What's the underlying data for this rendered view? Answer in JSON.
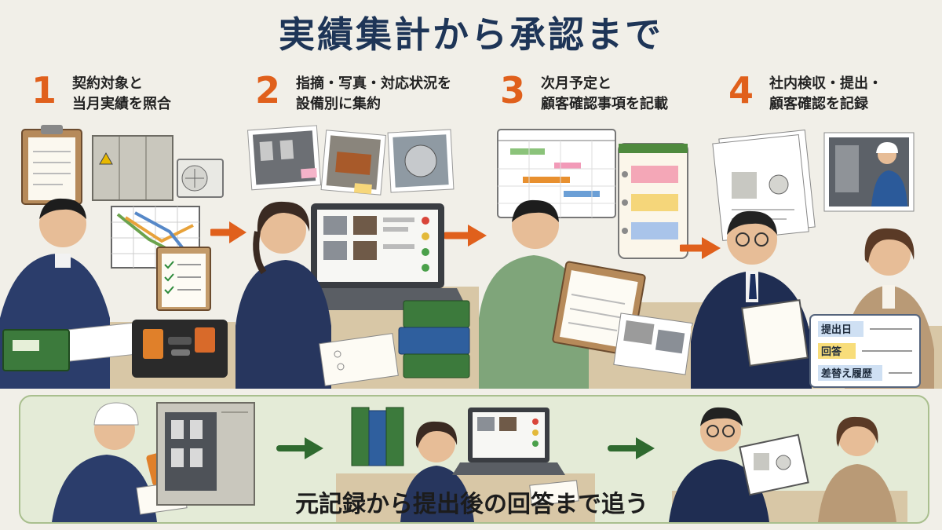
{
  "title": "実績集計から承認まで",
  "steps": [
    {
      "num": "1",
      "line1": "契約対象と",
      "line2": "当月実績を照合"
    },
    {
      "num": "2",
      "line1": "指摘・写真・対応状況を",
      "line2": "設備別に集約"
    },
    {
      "num": "3",
      "line1": "次月予定と",
      "line2": "顧客確認事項を記載"
    },
    {
      "num": "4",
      "line1": "社内検収・提出・",
      "line2": "顧客確認を記録"
    }
  ],
  "record_card": {
    "items": [
      "提出日",
      "回答",
      "差替え履歴"
    ],
    "colors": [
      "#cfe0f3",
      "#f8dd7a",
      "#cfe0f3"
    ]
  },
  "bottom": {
    "caption": "元記録から提出後の回答まで追う"
  },
  "colors": {
    "title": "#1e3557",
    "accent": "#e0601c",
    "arrow_green": "#2f6a2f",
    "navy": "#2b3d6b",
    "green_shirt": "#7fa57a"
  }
}
